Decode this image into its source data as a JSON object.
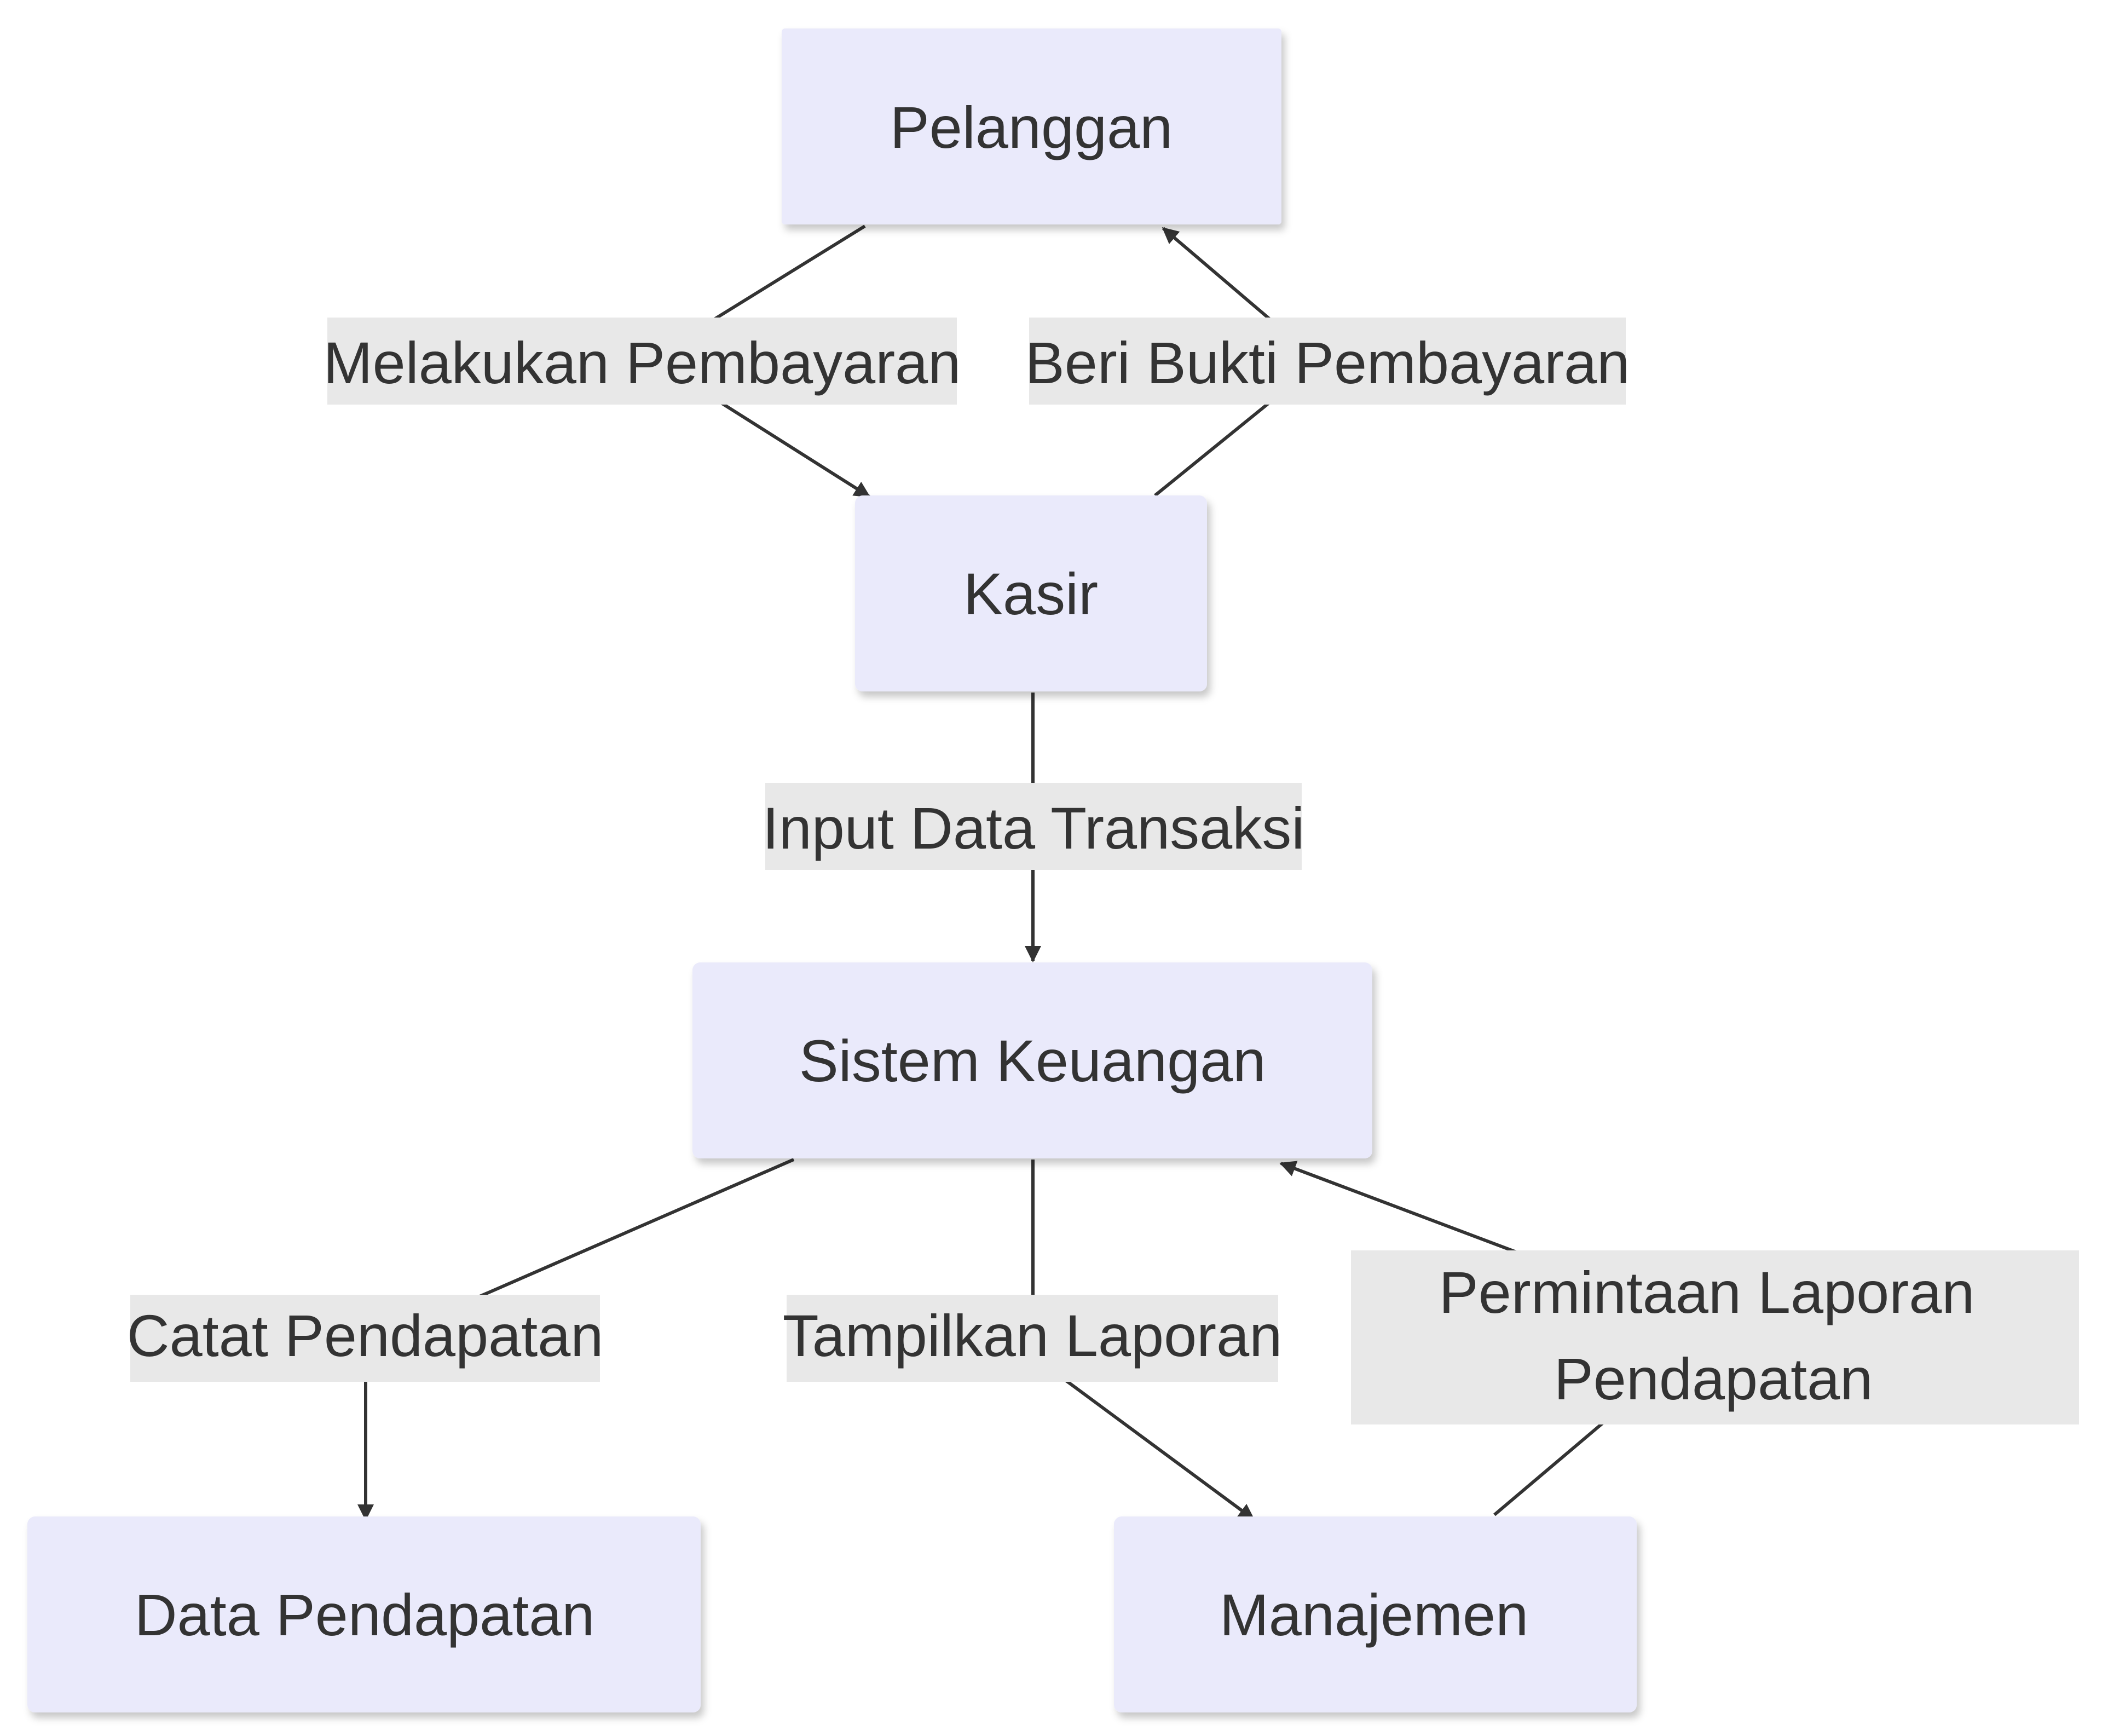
{
  "colors": {
    "node_fill": "#eaeafb",
    "edge_stroke": "#333333",
    "label_background": "#e8e8e8",
    "text": "#333333"
  },
  "nodes": {
    "pelanggan": "Pelanggan",
    "kasir": "Kasir",
    "sistem_keuangan": "Sistem Keuangan",
    "data_pendapatan": "Data Pendapatan",
    "manajemen": "Manajemen"
  },
  "edges": {
    "melakukan_pembayaran": "Melakukan Pembayaran",
    "beri_bukti_pembayaran": "Beri Bukti Pembayaran",
    "input_data_transaksi": "Input Data Transaksi",
    "catat_pendapatan": "Catat Pendapatan",
    "tampilkan_laporan": "Tampilkan Laporan",
    "permintaan_laporan_line1": "Permintaan Laporan",
    "permintaan_laporan_line2": "Pendapatan"
  }
}
